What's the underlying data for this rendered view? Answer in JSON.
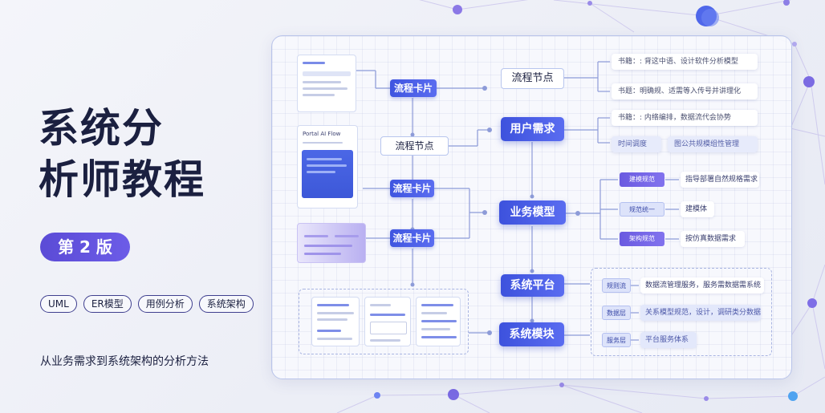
{
  "cover": {
    "title_line1": "系统分",
    "title_line2": "析师教程",
    "edition": "第 2 版",
    "tags": [
      "UML",
      "ER模型",
      "用例分析",
      "系统架构"
    ],
    "subtitle": "从业务需求到系统架构的分析方法"
  },
  "diagram": {
    "card_caption": "Portal AI Flow",
    "nodes": {
      "flow_card_1": "流程卡片",
      "flow_node_mid": "流程节点",
      "flow_card_2": "流程卡片",
      "flow_card_3": "流程卡片",
      "flow_node_top": "流程节点",
      "user_req": "用户需求",
      "biz_model": "业务模型",
      "sys_platform": "系统平台",
      "sys_module": "系统模块"
    },
    "right_notes": [
      "书籍：: 背这中语、设计软件分析模型",
      "书题：明确规、适需等入传号并讲理化",
      "书籍：: 内络编排，数据流代会协势",
      "时间调度",
      "图公共规模组性管理"
    ],
    "model_items": [
      {
        "label": "建模规范",
        "text": "指导部署自然规格需求"
      },
      {
        "label": "规范统一",
        "text": "建模体"
      },
      {
        "label": "架构规范",
        "text": "按仿真数据需求"
      }
    ],
    "module_items": [
      {
        "label": "规则流",
        "text": "数据流管理服务，服务需数据需系统"
      },
      {
        "label": "数据层",
        "text": "关系模型规范，设计，调研类分数据"
      },
      {
        "label": "服务层",
        "text": "平台服务体系"
      }
    ]
  },
  "colors": {
    "accent": "#4a5ee8",
    "purple": "#6a5ae0",
    "title": "#1b2040"
  }
}
